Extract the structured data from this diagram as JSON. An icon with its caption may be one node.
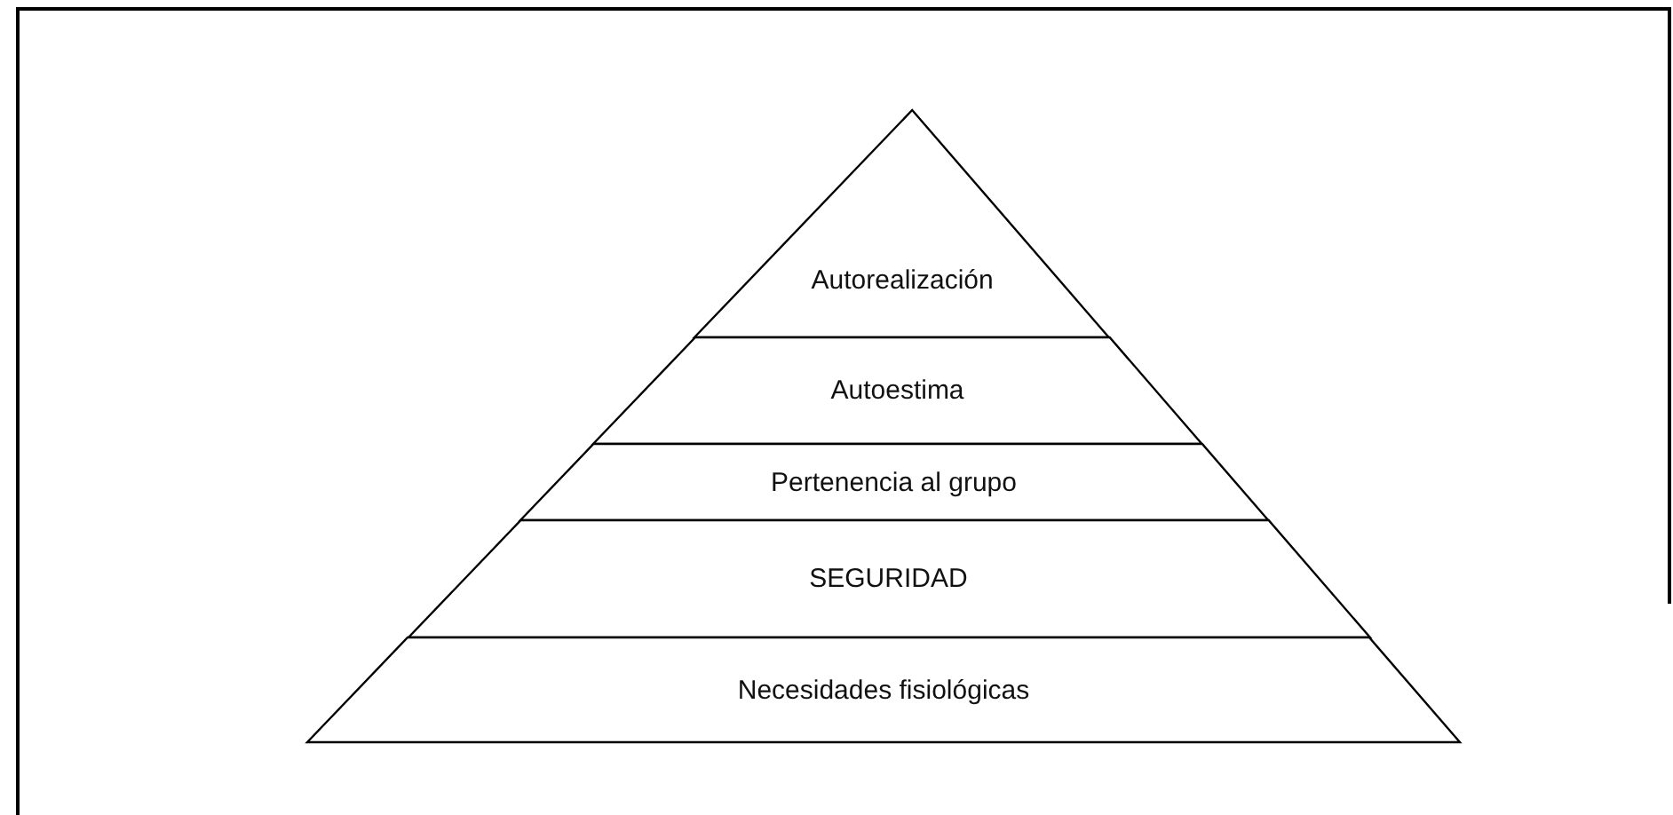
{
  "diagram": {
    "nodes": [
      {
        "text": [
          "Autorealización"
        ]
      },
      {
        "text": [
          "Autoestima"
        ]
      },
      {
        "text": [
          "Pertenencia al grupo"
        ]
      },
      {
        "text": [
          "SEGURIDAD"
        ]
      },
      {
        "text": [
          "Necesidades fisiológicas"
        ]
      }
    ]
  }
}
